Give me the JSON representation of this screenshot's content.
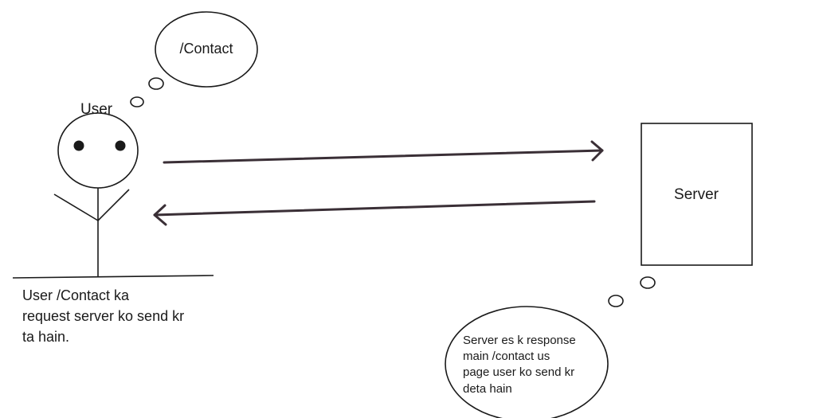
{
  "user": {
    "label": "User",
    "thought": "/Contact",
    "caption_lines": [
      "User /Contact ka",
      "request server ko send kr",
      "ta hain."
    ]
  },
  "server": {
    "label": "Server",
    "thought_lines": [
      "Server es k response",
      "main /contact us",
      "page user ko send kr",
      "deta hain"
    ]
  },
  "arrows": [
    {
      "direction": "user-to-server"
    },
    {
      "direction": "server-to-user"
    }
  ],
  "colors": {
    "ink": "#1a1a1a",
    "arrow": "#3a2f36",
    "background": "#ffffff"
  }
}
